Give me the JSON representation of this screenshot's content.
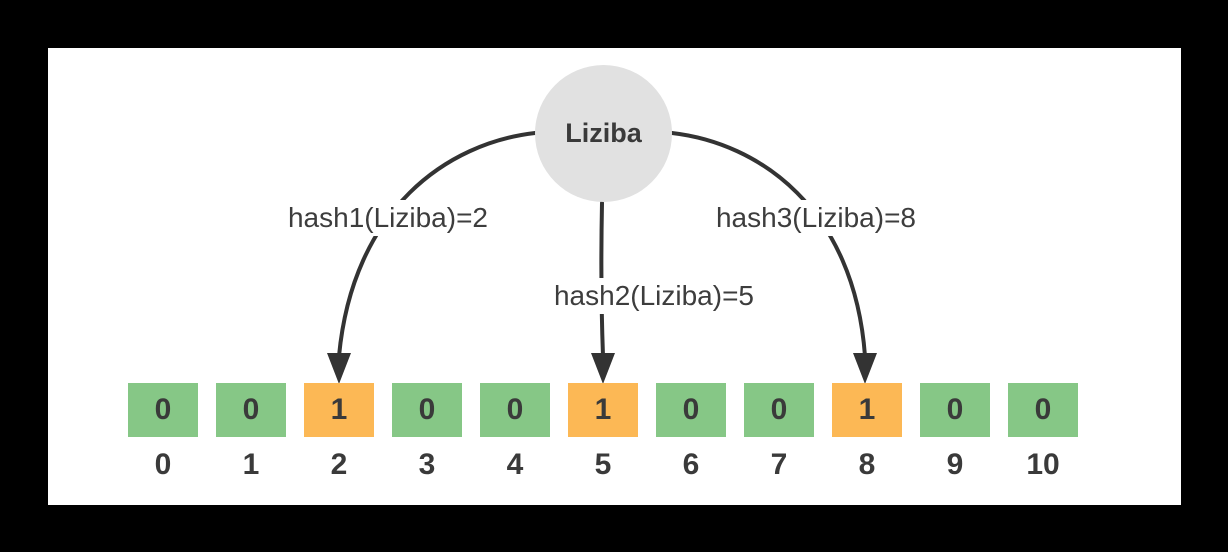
{
  "colors": {
    "canvas-bg": "#000000",
    "panel-bg": "#ffffff",
    "node-fill": "#e1e1e1",
    "ink": "#3a3a3a",
    "label-ink": "#3d3d3d",
    "arrow": "#333333",
    "cell-off": "#86c786",
    "cell-on": "#fcb855"
  },
  "node": {
    "label": "Liziba"
  },
  "hash_labels": [
    {
      "text": "hash1(Liziba)=2"
    },
    {
      "text": "hash2(Liziba)=5"
    },
    {
      "text": "hash3(Liziba)=8"
    }
  ],
  "bitmap": {
    "cells": [
      {
        "index": "0",
        "value": "0",
        "state": "0"
      },
      {
        "index": "1",
        "value": "0",
        "state": "0"
      },
      {
        "index": "2",
        "value": "1",
        "state": "1"
      },
      {
        "index": "3",
        "value": "0",
        "state": "0"
      },
      {
        "index": "4",
        "value": "0",
        "state": "0"
      },
      {
        "index": "5",
        "value": "1",
        "state": "1"
      },
      {
        "index": "6",
        "value": "0",
        "state": "0"
      },
      {
        "index": "7",
        "value": "0",
        "state": "0"
      },
      {
        "index": "8",
        "value": "1",
        "state": "1"
      },
      {
        "index": "9",
        "value": "0",
        "state": "0"
      },
      {
        "index": "10",
        "value": "0",
        "state": "0"
      }
    ]
  }
}
